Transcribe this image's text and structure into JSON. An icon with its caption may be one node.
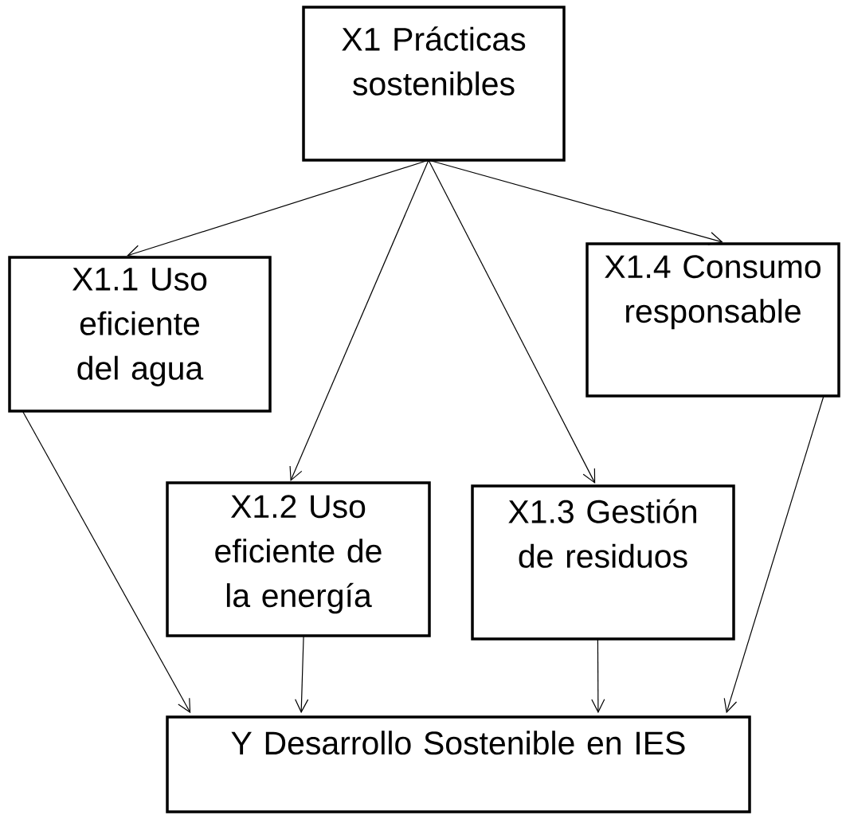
{
  "diagram": {
    "nodes": [
      {
        "text": [
          "X1 Prácticas sostenibles"
        ]
      },
      {
        "text": [
          "X1.1 Uso eficiente del agua"
        ]
      },
      {
        "text": [
          "X1.2 Uso eficiente de la energía"
        ]
      },
      {
        "text": [
          "X1.3 Gestión de residuos"
        ]
      },
      {
        "text": [
          "X1.4 Consumo responsable"
        ]
      },
      {
        "text": [
          "Y Desarrollo Sostenible en IES"
        ]
      }
    ],
    "edges": [
      {
        "from": 0,
        "to": 1,
        "arrow": "to"
      },
      {
        "from": 0,
        "to": 2,
        "arrow": "to"
      },
      {
        "from": 0,
        "to": 3,
        "arrow": "to"
      },
      {
        "from": 0,
        "to": 4,
        "arrow": "to"
      },
      {
        "from": 1,
        "to": 5,
        "arrow": "to"
      },
      {
        "from": 2,
        "to": 5,
        "arrow": "to"
      },
      {
        "from": 3,
        "to": 5,
        "arrow": "to"
      },
      {
        "from": 4,
        "to": 5,
        "arrow": "to"
      }
    ]
  }
}
